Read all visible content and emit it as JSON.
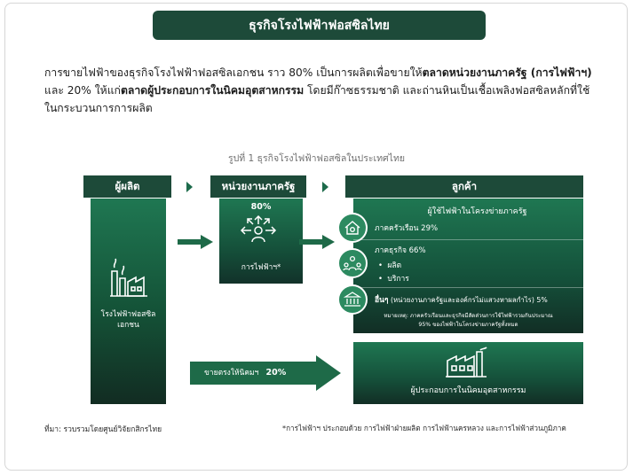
{
  "title": "ธุรกิจโรงไฟฟ้าฟอสซิลไทย",
  "intro": {
    "p1": "การขายไฟฟ้าของธุรกิจโรงไฟฟ้าฟอสซิลเอกชน ราว 80% เป็นการผลิตเพื่อขายให้",
    "b1": "ตลาดหน่วยงานภาครัฐ (การไฟฟ้าฯ)",
    "p2": " และ 20% ให้แก่",
    "b2": "ตลาดผู้ประกอบการในนิคมอุตสาหกรรม",
    "p3": " โดยมีก๊าซธรรมชาติ และถ่านหินเป็นเชื้อเพลิงฟอสซิลหลักที่ใช้ในกระบวนการการผลิต"
  },
  "figure_caption": "รูปที่ 1 ธุรกิจโรงไฟฟ้าฟอสซิลในประเทศไทย",
  "headers": {
    "producer": "ผู้ผลิต",
    "utility": "หน่วยงานภาครัฐ",
    "customer": "ลูกค้า"
  },
  "producer": {
    "label_l1": "โรงไฟฟ้าฟอสซิล",
    "label_l2": "เอกชน",
    "icon": "power-plant-icon"
  },
  "utility": {
    "percent": "80%",
    "label": "การไฟฟ้าฯ*",
    "icon": "grid-distribution-icon"
  },
  "customers": {
    "grid_title": "ผู้ใช้ไฟฟ้าในโครงข่ายภาครัฐ",
    "residential": "ภาคครัวเรือน 29%",
    "business": "ภาคธุรกิจ 66%",
    "business_items": [
      "ผลิต",
      "บริการ"
    ],
    "other_bold": "อื่นๆ",
    "other_rest": " (หน่วยงานภาครัฐและองค์กรไม่แสวงหาผลกำไร)  5%",
    "note_l1": "หมายเหตุ: ภาคครัวเรือนและธุรกิจมีสัดส่วนการใช้ไฟฟ้ารวมกันประมาณ",
    "note_l2": "95% ของไฟฟ้าในโครงข่ายภาครัฐทั้งหมด",
    "industrial_label": "ผู้ประกอบการในนิคมอุตสาหกรรม"
  },
  "direct_sale": {
    "label": "ขายตรงให้นิคมฯ",
    "percent": "20%"
  },
  "footer": {
    "source": "ที่มา: รวบรวมโดยศูนย์วิจัยกสิกรไทย",
    "footnote": "*การไฟฟ้าฯ ประกอบด้วย การไฟฟ้าฝ่ายผลิต การไฟฟ้านครหลวง และการไฟฟ้าส่วนภูมิภาค"
  },
  "colors": {
    "dark_green": "#1d4a39",
    "accent_green": "#1d6b4b",
    "arrow_green": "#1e6a48"
  }
}
